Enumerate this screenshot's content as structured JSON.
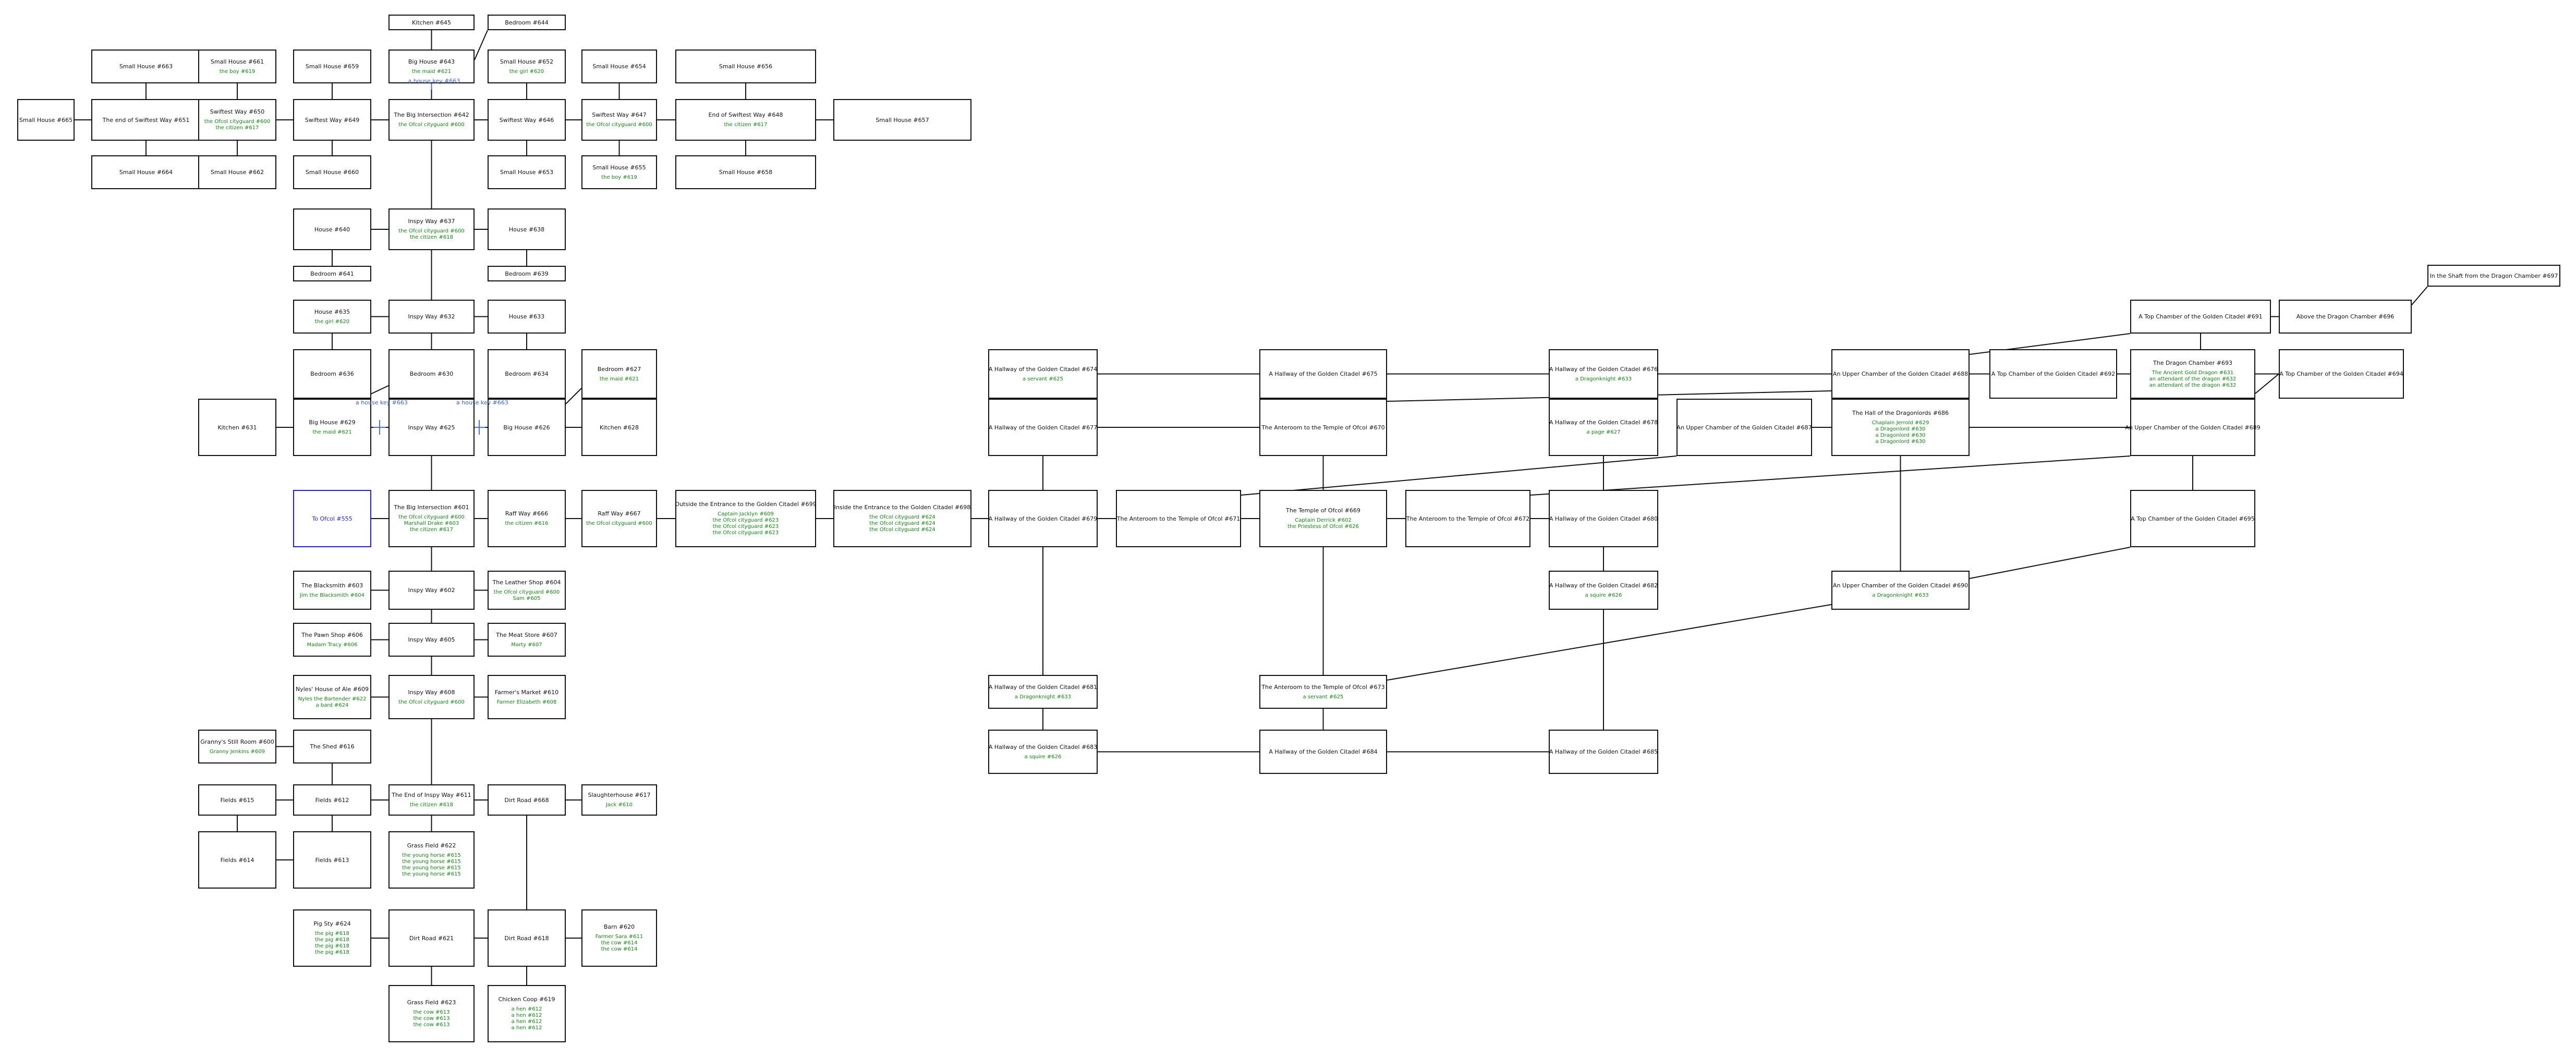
{
  "rooms": [
    {
      "id": "r645",
      "title": "Kitchen #645",
      "occ": []
    },
    {
      "id": "r644",
      "title": "Bedroom #644",
      "occ": []
    },
    {
      "id": "r663",
      "title": "Small House #663",
      "occ": []
    },
    {
      "id": "r661",
      "title": "Small House #661",
      "occ": [
        "the boy #619"
      ]
    },
    {
      "id": "r659",
      "title": "Small House #659",
      "occ": []
    },
    {
      "id": "r643",
      "title": "Big House #643",
      "occ": [
        "the maid #621"
      ]
    },
    {
      "id": "r652",
      "title": "Small House #652",
      "occ": [
        "the girl #620"
      ]
    },
    {
      "id": "r654",
      "title": "Small House #654",
      "occ": []
    },
    {
      "id": "r656",
      "title": "Small House #656",
      "occ": []
    },
    {
      "id": "r665",
      "title": "Small House #665",
      "occ": []
    },
    {
      "id": "r651",
      "title": "The end of Swiftest Way #651",
      "occ": []
    },
    {
      "id": "r650",
      "title": "Swiftest Way #650",
      "occ": [
        "the Ofcol cityguard #600",
        "the citizen #617"
      ]
    },
    {
      "id": "r649",
      "title": "Swiftest Way #649",
      "occ": []
    },
    {
      "id": "r642",
      "title": "The Big Intersection #642",
      "occ": [
        "the Ofcol cityguard #600"
      ]
    },
    {
      "id": "r646",
      "title": "Swiftest Way #646",
      "occ": []
    },
    {
      "id": "r647",
      "title": "Swiftest Way #647",
      "occ": [
        "the Ofcol cityguard #600"
      ]
    },
    {
      "id": "r648",
      "title": "End of Swiftest Way #648",
      "occ": [
        "the citizen #617"
      ]
    },
    {
      "id": "r657",
      "title": "Small House #657",
      "occ": []
    },
    {
      "id": "r664",
      "title": "Small House #664",
      "occ": []
    },
    {
      "id": "r662",
      "title": "Small House #662",
      "occ": []
    },
    {
      "id": "r660",
      "title": "Small House #660",
      "occ": []
    },
    {
      "id": "r653",
      "title": "Small House #653",
      "occ": []
    },
    {
      "id": "r655",
      "title": "Small House #655",
      "occ": [
        "the boy #619"
      ]
    },
    {
      "id": "r658",
      "title": "Small House #658",
      "occ": []
    },
    {
      "id": "r640",
      "title": "House #640",
      "occ": []
    },
    {
      "id": "r637",
      "title": "Inspy Way #637",
      "occ": [
        "the Ofcol cityguard #600",
        "the citizen #618"
      ]
    },
    {
      "id": "r638",
      "title": "House #638",
      "occ": []
    },
    {
      "id": "r641",
      "title": "Bedroom #641",
      "occ": []
    },
    {
      "id": "r639",
      "title": "Bedroom #639",
      "occ": []
    },
    {
      "id": "r635",
      "title": "House #635",
      "occ": [
        "the girl #620"
      ]
    },
    {
      "id": "r632",
      "title": "Inspy Way #632",
      "occ": []
    },
    {
      "id": "r633",
      "title": "House #633",
      "occ": []
    },
    {
      "id": "r636",
      "title": "Bedroom #636",
      "occ": []
    },
    {
      "id": "r630",
      "title": "Bedroom #630",
      "occ": []
    },
    {
      "id": "r634",
      "title": "Bedroom #634",
      "occ": []
    },
    {
      "id": "r627",
      "title": "Bedroom #627",
      "occ": [
        "the maid #621"
      ]
    },
    {
      "id": "r631",
      "title": "Kitchen #631",
      "occ": []
    },
    {
      "id": "r629",
      "title": "Big House #629",
      "occ": [
        "the maid #621"
      ]
    },
    {
      "id": "r625",
      "title": "Inspy Way #625",
      "occ": []
    },
    {
      "id": "r626",
      "title": "Big House #626",
      "occ": []
    },
    {
      "id": "r628",
      "title": "Kitchen #628",
      "occ": []
    },
    {
      "id": "r555",
      "title": "To Ofcol #555",
      "occ": [],
      "portal": true
    },
    {
      "id": "r601",
      "title": "The Big Intersection #601",
      "occ": [
        "the Ofcol cityguard #600",
        "Marshall Drake #603",
        "the citizen #617"
      ]
    },
    {
      "id": "r666",
      "title": "Raff Way #666",
      "occ": [
        "the citizen #616"
      ]
    },
    {
      "id": "r667",
      "title": "Raff Way #667",
      "occ": [
        "the Ofcol cityguard #600"
      ]
    },
    {
      "id": "r699",
      "title": "Outside the Entrance to the Golden Citadel #699",
      "occ": [
        "Captain Jacklyn #609",
        "the Ofcol cityguard #623",
        "the Ofcol cityguard #623",
        "the Ofcol cityguard #623"
      ]
    },
    {
      "id": "r698",
      "title": "Inside the Entrance to the Golden Citadel #698",
      "occ": [
        "the Ofcol cityguard #624",
        "the Ofcol cityguard #624",
        "the Ofcol cityguard #624"
      ]
    },
    {
      "id": "r603",
      "title": "The Blacksmith #603",
      "occ": [
        "Jim the Blacksmith #604"
      ]
    },
    {
      "id": "r602",
      "title": "Inspy Way #602",
      "occ": []
    },
    {
      "id": "r604",
      "title": "The Leather Shop #604",
      "occ": [
        "the Ofcol cityguard #600",
        "Sam #605"
      ]
    },
    {
      "id": "r606",
      "title": "The Pawn Shop #606",
      "occ": [
        "Madam Tracy #606"
      ]
    },
    {
      "id": "r605",
      "title": "Inspy Way #605",
      "occ": []
    },
    {
      "id": "r607",
      "title": "The Meat Store #607",
      "occ": [
        "Marty #607"
      ]
    },
    {
      "id": "r609",
      "title": "Nyles' House of Ale #609",
      "occ": [
        "Nyles the Bartender #622",
        "a bard #624"
      ]
    },
    {
      "id": "r608",
      "title": "Inspy Way #608",
      "occ": [
        "the Ofcol cityguard #600"
      ]
    },
    {
      "id": "r610",
      "title": "Farmer's Market #610",
      "occ": [
        "Farmer Elizabeth #608"
      ]
    },
    {
      "id": "r600",
      "title": "Granny's Still Room #600",
      "occ": [
        "Granny Jenkins #609"
      ]
    },
    {
      "id": "r616",
      "title": "The Shed #616",
      "occ": []
    },
    {
      "id": "r615",
      "title": "Fields #615",
      "occ": []
    },
    {
      "id": "r612",
      "title": "Fields #612",
      "occ": []
    },
    {
      "id": "r611",
      "title": "The End of Inspy Way #611",
      "occ": [
        "the citizen #618"
      ]
    },
    {
      "id": "r668",
      "title": "Dirt Road #668",
      "occ": []
    },
    {
      "id": "r617",
      "title": "Slaughterhouse #617",
      "occ": [
        "Jack #610"
      ]
    },
    {
      "id": "r614",
      "title": "Fields #614",
      "occ": []
    },
    {
      "id": "r613",
      "title": "Fields #613",
      "occ": []
    },
    {
      "id": "r622",
      "title": "Grass Field #622",
      "occ": [
        "the young horse #615",
        "the young horse #615",
        "the young horse #615",
        "the young horse #615"
      ]
    },
    {
      "id": "r624",
      "title": "Pig Sty #624",
      "occ": [
        "the pig #618",
        "the pig #618",
        "the pig #618",
        "the pig #618"
      ]
    },
    {
      "id": "r621",
      "title": "Dirt Road #621",
      "occ": []
    },
    {
      "id": "r618",
      "title": "Dirt Road #618",
      "occ": []
    },
    {
      "id": "r620",
      "title": "Barn #620",
      "occ": [
        "Farmer Sara #611",
        "the cow #614",
        "the cow #614"
      ]
    },
    {
      "id": "r623",
      "title": "Grass Field #623",
      "occ": [
        "the cow #613",
        "the cow #613",
        "the cow #613"
      ]
    },
    {
      "id": "r619",
      "title": "Chicken Coop #619",
      "occ": [
        "a hen #612",
        "a hen #612",
        "a hen #612",
        "a hen #612"
      ]
    },
    {
      "id": "r674",
      "title": "A Hallway of the Golden Citadel #674",
      "occ": [
        "a servant #625"
      ]
    },
    {
      "id": "r675",
      "title": "A Hallway of the Golden Citadel #675",
      "occ": []
    },
    {
      "id": "r676",
      "title": "A Hallway of the Golden Citadel #676",
      "occ": [
        "a Dragonknight #633"
      ]
    },
    {
      "id": "r688",
      "title": "An Upper Chamber of the Golden Citadel #688",
      "occ": []
    },
    {
      "id": "r692",
      "title": "A Top Chamber of the Golden Citadel #692",
      "occ": []
    },
    {
      "id": "r691",
      "title": "A Top Chamber of the Golden Citadel #691",
      "occ": []
    },
    {
      "id": "r696",
      "title": "Above the Dragon Chamber #696",
      "occ": []
    },
    {
      "id": "r697",
      "title": "In the Shaft from the Dragon Chamber #697",
      "occ": []
    },
    {
      "id": "r693",
      "title": "The Dragon Chamber #693",
      "occ": [
        "The Ancient Gold Dragon #631",
        "an attendant of the dragon #632",
        "an attendant of the dragon #632"
      ]
    },
    {
      "id": "r694",
      "title": "A Top Chamber of the Golden Citadel #694",
      "occ": []
    },
    {
      "id": "r677",
      "title": "A Hallway of the Golden Citadel #677",
      "occ": []
    },
    {
      "id": "r670",
      "title": "The Anteroom to the Temple of Ofcol #670",
      "occ": []
    },
    {
      "id": "r678",
      "title": "A Hallway of the Golden Citadel #678",
      "occ": [
        "a page #627"
      ]
    },
    {
      "id": "r687",
      "title": "An Upper Chamber of the Golden Citadel #687",
      "occ": []
    },
    {
      "id": "r686",
      "title": "The Hall of the Dragonlords #686",
      "occ": [
        "Chaplain Jerrold #629",
        "a Dragonlord #630",
        "a Dragonlord #630",
        "a Dragonlord #630"
      ]
    },
    {
      "id": "r689",
      "title": "An Upper Chamber of the Golden Citadel #689",
      "occ": []
    },
    {
      "id": "r679",
      "title": "A Hallway of the Golden Citadel #679",
      "occ": []
    },
    {
      "id": "r671",
      "title": "The Anteroom to the Temple of Ofcol #671",
      "occ": []
    },
    {
      "id": "r669",
      "title": "The Temple of Ofcol #669",
      "occ": [
        "Captain Derrick #602",
        "the Priestess of Ofcol #626"
      ]
    },
    {
      "id": "r672",
      "title": "The Anteroom to the Temple of Ofcol #672",
      "occ": []
    },
    {
      "id": "r680",
      "title": "A Hallway of the Golden Citadel #680",
      "occ": []
    },
    {
      "id": "r695",
      "title": "A Top Chamber of the Golden Citadel #695",
      "occ": []
    },
    {
      "id": "r682",
      "title": "A Hallway of the Golden Citadel #682",
      "occ": [
        "a squire #626"
      ]
    },
    {
      "id": "r690",
      "title": "An Upper Chamber of the Golden Citadel #690",
      "occ": [
        "a Dragonknight #633"
      ]
    },
    {
      "id": "r681",
      "title": "A Hallway of the Golden Citadel #681",
      "occ": [
        "a Dragonknight #633"
      ]
    },
    {
      "id": "r673",
      "title": "The Anteroom to the Temple of Ofcol #673",
      "occ": [
        "a servant #625"
      ]
    },
    {
      "id": "r683",
      "title": "A Hallway of the Golden Citadel #683",
      "occ": [
        "a squire #626"
      ]
    },
    {
      "id": "r684",
      "title": "A Hallway of the Golden Citadel #684",
      "occ": []
    },
    {
      "id": "r685",
      "title": "A Hallway of the Golden Citadel #685",
      "occ": []
    }
  ],
  "door_labels": [
    {
      "id": "d1",
      "text": "a house key #663"
    },
    {
      "id": "d2",
      "text": "a house key #663"
    },
    {
      "id": "d3",
      "text": "a house key #663"
    }
  ],
  "colors": {
    "line": "#111111",
    "occupant": "#118811",
    "portal": "#1a1aff",
    "door": "#3a5fd0"
  }
}
